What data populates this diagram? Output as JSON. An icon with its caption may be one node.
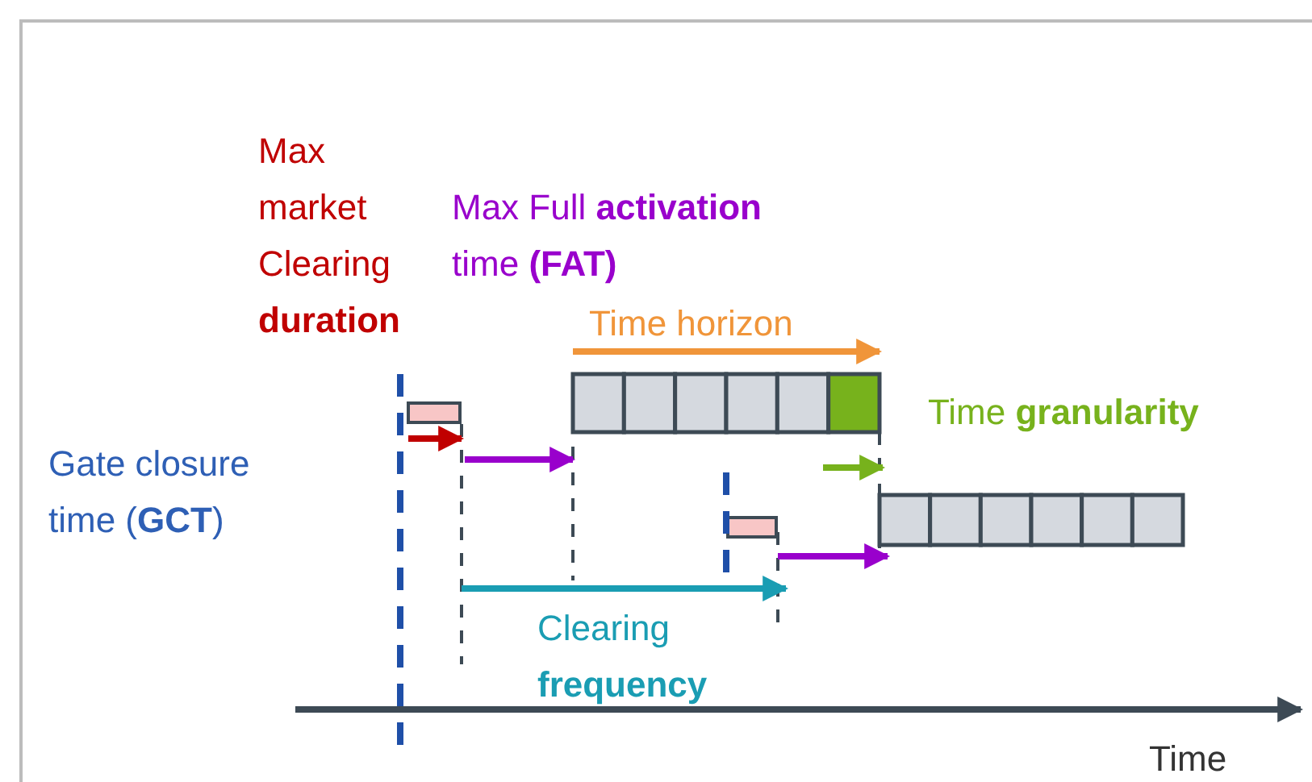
{
  "diagram": {
    "labels": [
      "Max market Clearing **duration**",
      "Max Full **activation** time **(FAT)**",
      "Time horizon",
      "Time **granularity**",
      "Gate closure time (**GCT**)",
      "Clearing **frequency**",
      "Time"
    ]
  }
}
